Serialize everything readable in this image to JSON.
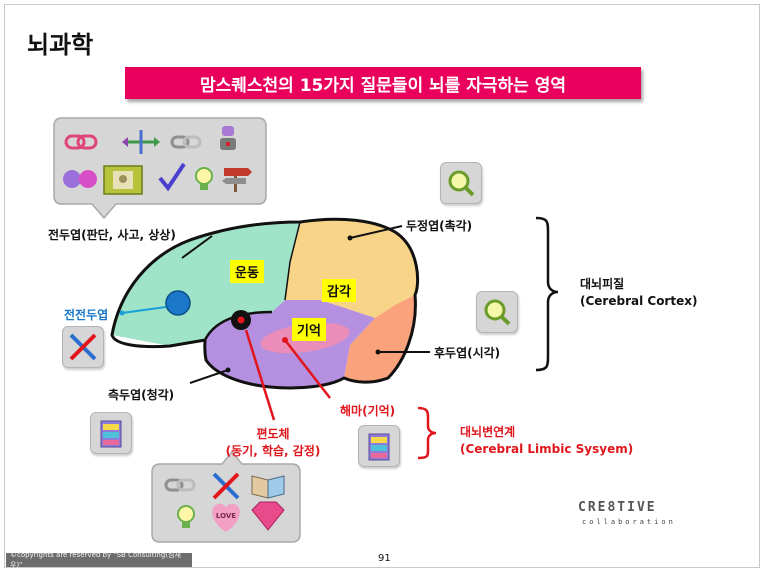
{
  "slide": {
    "title": "뇌과학",
    "banner": "맘스퀘스천의 15가지 질문들이 뇌를 자극하는 영역",
    "page_number": "91",
    "copyright": "©copyrights are reserved by \"SB Consulting(심재우)\"",
    "logo_word": "CRE8TIVE",
    "logo_sub": "collaboration"
  },
  "brain": {
    "frontal_lobe": "전두엽(판단, 사고, 상상)",
    "prefrontal": "전전두엽",
    "temporal_lobe": "측두엽(청각)",
    "parietal_lobe": "두정엽(촉각)",
    "occipital_lobe": "후두엽(시각)",
    "amygdala": "편도체",
    "amygdala_sub": "(동기, 학습, 감정)",
    "hippocampus": "해마(기억)",
    "cortex_ko": "대뇌피질",
    "cortex_en": "(Cerebral Cortex)",
    "limbic_ko": "대뇌변연계",
    "limbic_en": "(Cerebral Limbic Sysyem)",
    "tag_motor": "운동",
    "tag_sensory": "감각",
    "tag_memory": "기억"
  },
  "colors": {
    "frontal": "#9fe3c8",
    "parietal": "#f8d488",
    "occipital": "#f9a27b",
    "temporal": "#b58fe0",
    "hippocampus": "#ea8db8",
    "accent_red": "#e0161c",
    "banner": "#e8005c"
  },
  "icons": {
    "top_group": [
      "chain-link-icon",
      "cross-arrows-icon",
      "chain-icon",
      "robot-icon",
      "mirror-icon",
      "photo-frame-icon",
      "check-mark-icon",
      "lightbulb-icon",
      "signpost-icon"
    ],
    "bottom_group": [
      "chain-icon",
      "tools-icon",
      "open-book-icon",
      "lightbulb-icon",
      "love-heart-icon",
      "gem-icon"
    ],
    "love_text": "LOVE"
  }
}
